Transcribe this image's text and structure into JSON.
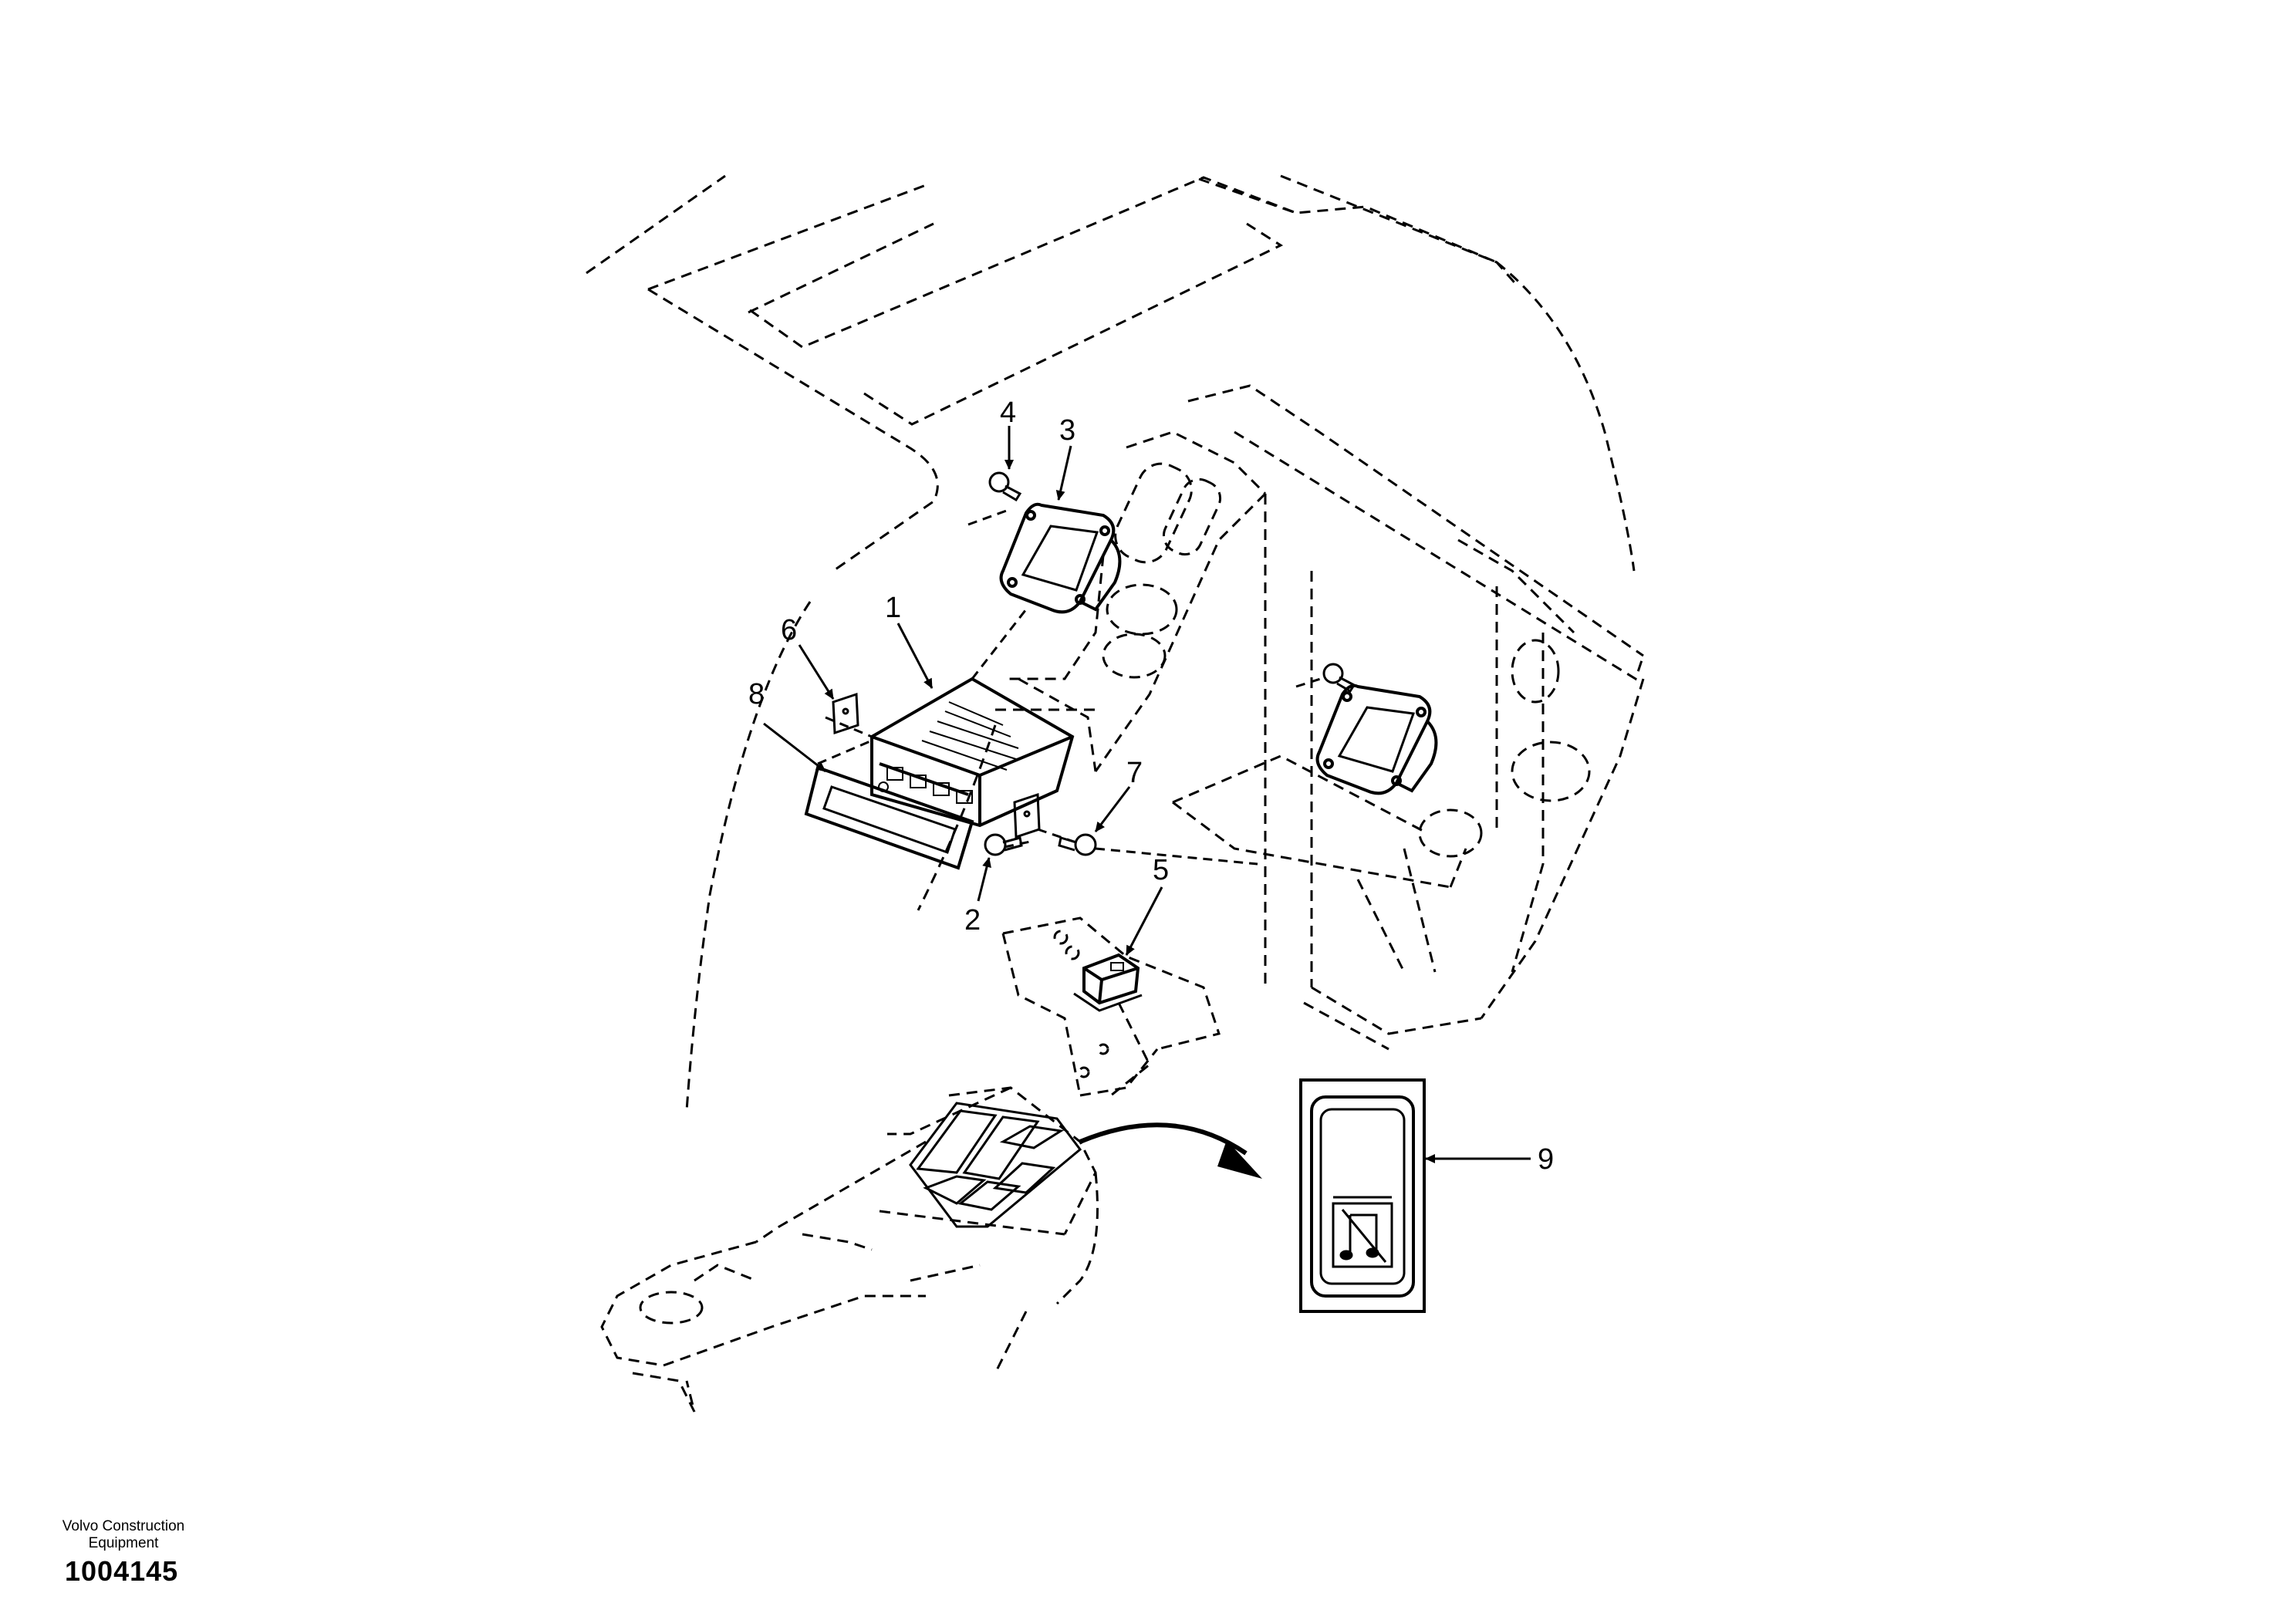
{
  "diagram": {
    "callouts": [
      {
        "id": "1",
        "part": "radio-unit"
      },
      {
        "id": "2",
        "part": "screw"
      },
      {
        "id": "3",
        "part": "speaker"
      },
      {
        "id": "4",
        "part": "screw"
      },
      {
        "id": "5",
        "part": "relay"
      },
      {
        "id": "6",
        "part": "bracket"
      },
      {
        "id": "7",
        "part": "screw"
      },
      {
        "id": "8",
        "part": "frame"
      },
      {
        "id": "9",
        "part": "audio-mute-switch"
      }
    ]
  },
  "footer": {
    "maker_line1": "Volvo Construction",
    "maker_line2": "Equipment",
    "drawing_number": "1004145"
  }
}
